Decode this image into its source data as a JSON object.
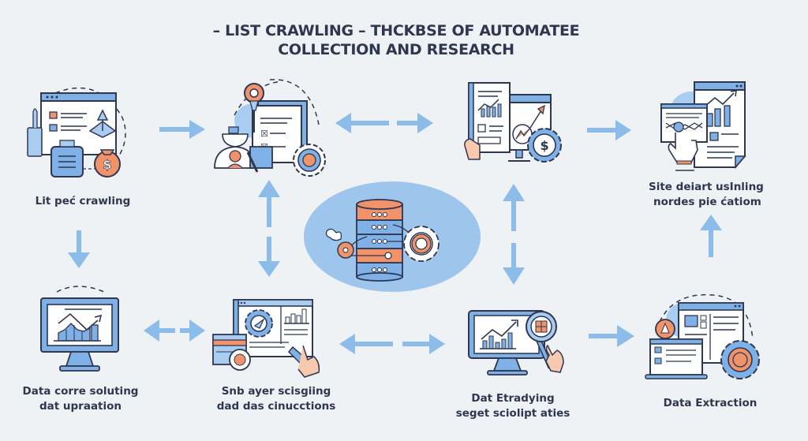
{
  "title": {
    "line1": "– LIST CRAWLING – THCKBSE OF AUTOMATEE",
    "line2": "COLLECTION AND RESEARCH"
  },
  "colors": {
    "background": "#eef2f4",
    "text": "#2f3650",
    "blue": "#7fb0e6",
    "light_blue": "#a9cdf0",
    "orange": "#f0936a",
    "outline": "#2f3650",
    "arrow": "#8bbcea"
  },
  "nodes": [
    {
      "id": "list-crawling",
      "label_lines": [
        "Lit peć crawling"
      ],
      "icon": "browser-money-icon"
    },
    {
      "id": "checklist-gear",
      "label_lines": [],
      "icon": "worker-checklist-gear-icon"
    },
    {
      "id": "report-analysis",
      "label_lines": [],
      "icon": "report-dollar-gear-icon"
    },
    {
      "id": "site-data",
      "label_lines": [
        "Site deiart usInling",
        "nordes pie ćatiom"
      ],
      "icon": "document-chart-hand-icon"
    },
    {
      "id": "data-solution",
      "label_lines": [
        "Data corre soluting",
        "dat upraation"
      ],
      "icon": "monitor-chart-icon"
    },
    {
      "id": "scraping",
      "label_lines": [
        "Snb ayer scisgiing",
        "dad das cinucctions"
      ],
      "icon": "browser-gear-hand-icon"
    },
    {
      "id": "data-studying",
      "label_lines": [
        "Dat Etradying",
        "seget sciolipt aties"
      ],
      "icon": "monitor-magnifier-icon"
    },
    {
      "id": "data-extraction",
      "label_lines": [
        "Data Extraction"
      ],
      "icon": "windows-gear-icon"
    }
  ],
  "center": {
    "icon": "database-gear-icon"
  },
  "arrows": [
    {
      "from": "list-crawling",
      "to": "checklist-gear",
      "direction": "right"
    },
    {
      "from": "checklist-gear",
      "to": "report-analysis",
      "direction": "both-horizontal"
    },
    {
      "from": "report-analysis",
      "to": "site-data",
      "direction": "right"
    },
    {
      "from": "list-crawling",
      "to": "data-solution",
      "direction": "down"
    },
    {
      "from": "checklist-gear",
      "to": "scraping",
      "direction": "both-vertical"
    },
    {
      "from": "report-analysis",
      "to": "data-studying",
      "direction": "both-vertical"
    },
    {
      "from": "data-extraction",
      "to": "site-data",
      "direction": "up"
    },
    {
      "from": "data-solution",
      "to": "scraping",
      "direction": "both-horizontal"
    },
    {
      "from": "scraping",
      "to": "data-studying",
      "direction": "both-horizontal"
    },
    {
      "from": "data-studying",
      "to": "data-extraction",
      "direction": "right"
    }
  ]
}
